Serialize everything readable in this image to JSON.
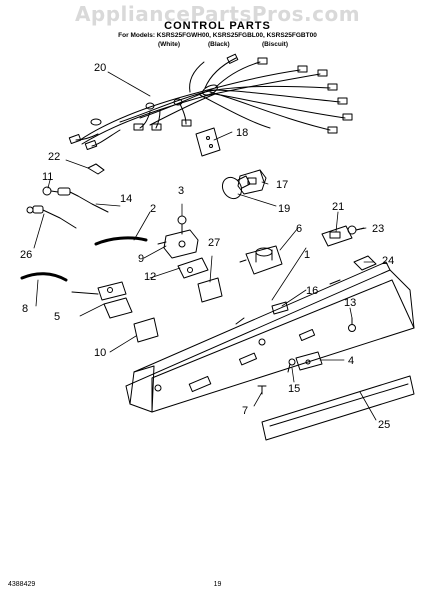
{
  "watermark": "AppliancePartsPros.com",
  "header": {
    "title": "CONTROL PARTS",
    "models_line": "For Models: KSRS25FGWH00, KSRS25FGBL00, KSRS25FGBT00",
    "variants": [
      "(White)",
      "(Black)",
      "(Biscuit)"
    ]
  },
  "callouts": [
    "20",
    "18",
    "22",
    "17",
    "11",
    "14",
    "3",
    "19",
    "21",
    "23",
    "2",
    "6",
    "26",
    "9",
    "27",
    "24",
    "1",
    "12",
    "16",
    "13",
    "8",
    "5",
    "10",
    "4",
    "15",
    "7",
    "25"
  ],
  "footer": {
    "part_number": "4388429",
    "page_number": "19"
  }
}
